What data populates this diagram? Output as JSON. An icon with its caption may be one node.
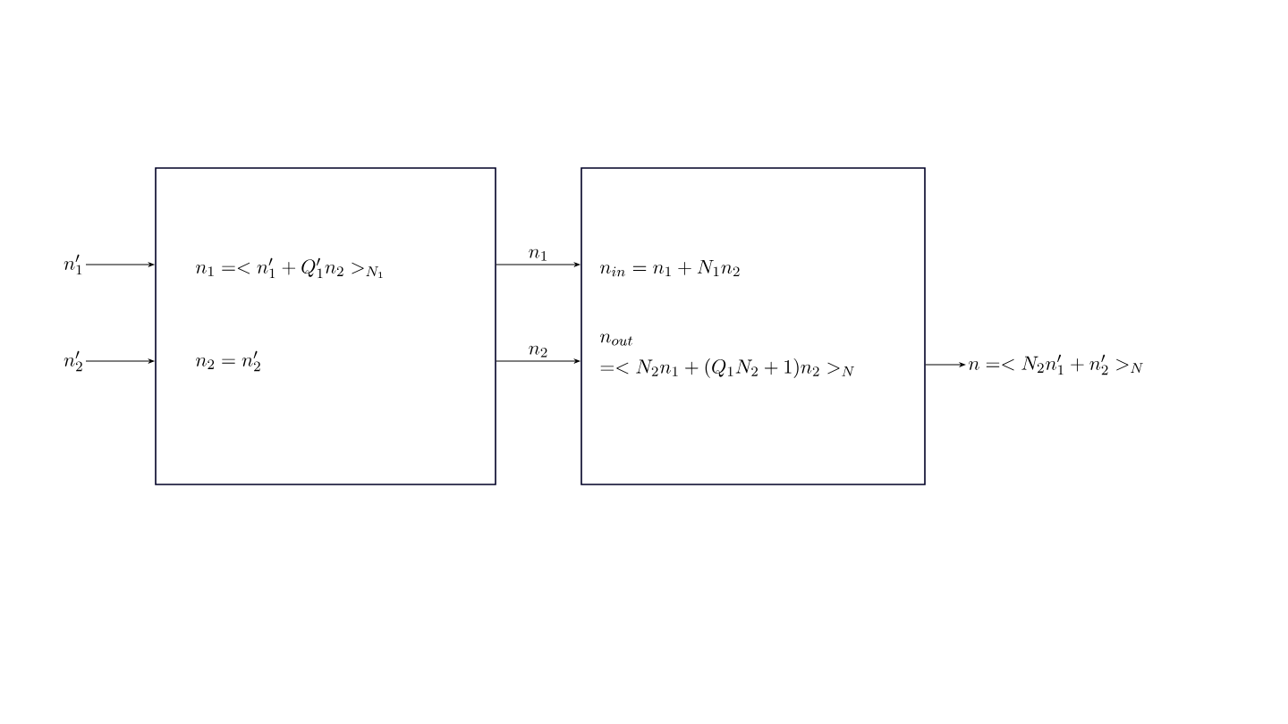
{
  "diagram": {
    "nodes": [
      {
        "text": [
          "n'_1"
        ]
      },
      {
        "text": [
          "n'_2"
        ]
      },
      {
        "text": [
          "n_1 =< n'_1 + Q'_1 n_2 >_{N_1}",
          "n_2 = n'_2"
        ]
      },
      {
        "text": [
          "n_{in} = n_1 + N_1 n_2",
          "n_{out}",
          "=< N_2 n_1 + (Q_1 N_2 + 1) n_2 >_N"
        ]
      },
      {
        "text": [
          "n =< N_2 n'_1 + n'_2 >_N"
        ]
      }
    ],
    "edges": [
      {
        "from": 0,
        "to": 2,
        "arrow": "to"
      },
      {
        "from": 1,
        "to": 2,
        "arrow": "to"
      },
      {
        "from": 2,
        "to": 3,
        "arrow": "to",
        "label": "n_1"
      },
      {
        "from": 2,
        "to": 3,
        "arrow": "to",
        "label": "n_2"
      },
      {
        "from": 3,
        "to": 4,
        "arrow": "to"
      }
    ]
  }
}
